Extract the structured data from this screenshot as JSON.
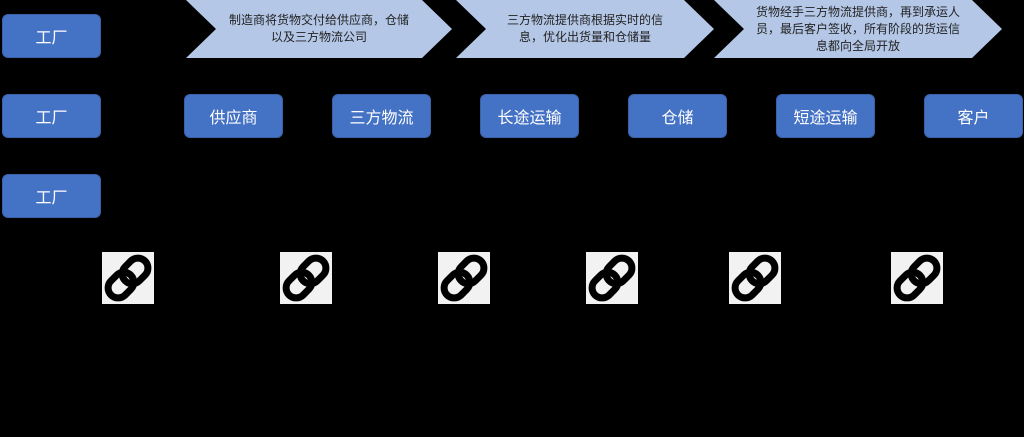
{
  "chevrons": [
    {
      "text": "制造商将货物交付给供应商，仓储以及三方物流公司"
    },
    {
      "text": "三方物流提供商根据实时的信息，优化出货量和仓储量"
    },
    {
      "text": "货物经手三方物流提供商，再到承运人员，最后客户签收，所有阶段的货运信息都向全局开放"
    }
  ],
  "factories": [
    "工厂",
    "工厂",
    "工厂"
  ],
  "chain": [
    "供应商",
    "三方物流",
    "长途运输",
    "仓储",
    "短途运输",
    "客户"
  ],
  "links": [
    "link-icon",
    "link-icon",
    "link-icon",
    "link-icon",
    "link-icon",
    "link-icon"
  ]
}
